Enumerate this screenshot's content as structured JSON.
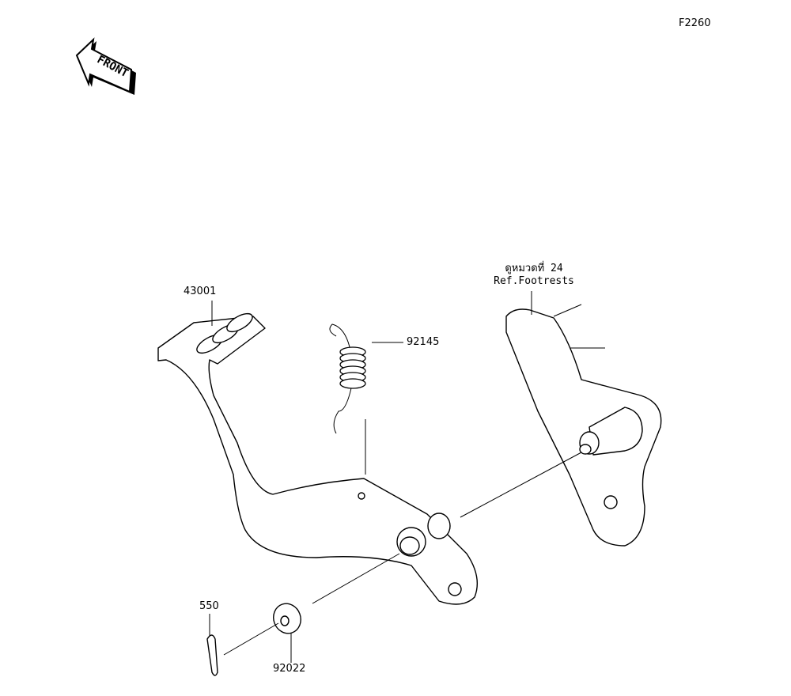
{
  "diagram_code": "F2260",
  "front_arrow_text": "FRONT",
  "parts": [
    {
      "number": "43001"
    },
    {
      "number": "92145"
    },
    {
      "number": "550"
    },
    {
      "number": "92022"
    }
  ],
  "reference": {
    "line_thai": "ดูหมวดที่ 24",
    "line_en": "Ref.Footrests"
  }
}
